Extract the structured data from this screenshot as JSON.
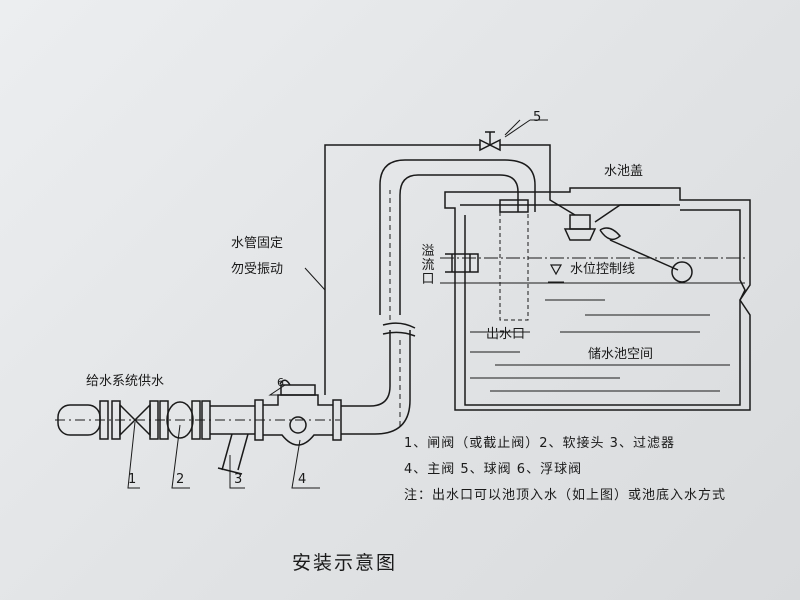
{
  "labels": {
    "supply": "给水系统供水",
    "pipe_fix_1": "水管固定",
    "pipe_fix_2": "勿受振动",
    "overflow": "溢流口",
    "tank_cover": "水池盖",
    "level_line": "水位控制线",
    "outlet": "出水口",
    "tank_space": "储水池空间"
  },
  "callouts": [
    "1",
    "2",
    "3",
    "4",
    "5",
    "6"
  ],
  "legend": {
    "line1": "1、闸阀（或截止阀）2、软接头 3、过滤器",
    "line2": "4、主阀 5、球阀 6、浮球阀",
    "note": "注：出水口可以池顶入水（如上图）或池底入水方式"
  },
  "title": "安装示意图"
}
